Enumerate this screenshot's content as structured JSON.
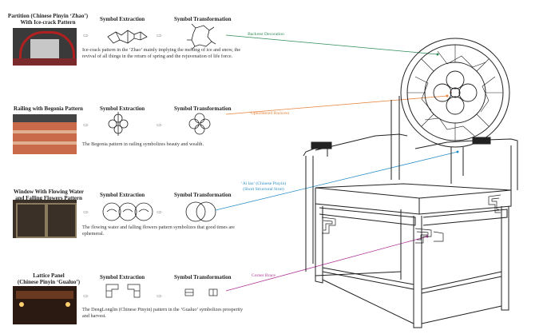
{
  "rows": [
    {
      "title": "Partition (Chinese Pinyin ‘Zhao’)\nWith Ice-crack Pattern",
      "extraction": "Symbol Extraction",
      "transformation": "Symbol Transformation",
      "description": "Ice-crack pattern in the ‘Zhao’ mainly implying the melting of ice and snow, the revival of all things in the return of spring and the rejuvenation of life force."
    },
    {
      "title": "Railing with Begonia Pattern",
      "extraction": "Symbol Extraction",
      "transformation": "Symbol Transformation",
      "description": "The Begonia pattern in railing symbolizes beauty and wealth."
    },
    {
      "title": "Window With Flowing Water\nand Falling Flowers Pattern",
      "extraction": "Symbol Extraction",
      "transformation": "Symbol Transformation",
      "description": "The flowing water and falling flowers pattern symbolizes that good times are ephemeral."
    },
    {
      "title": "Lattice Panel\n(Chinese Pinyin ‘Gualuo’)",
      "extraction": "Symbol Extraction",
      "transformation": "Symbol Transformation",
      "description": "The DengLonglin (Chinese Pinyin) pattern in the ‘Gualuo’ symbolizes prosperity and harvest."
    }
  ],
  "callouts": {
    "backrest": "Backrest Decoration",
    "upholstered": "Upholstered Backrest",
    "aitao": "‘Ai lao’ (Chinese Pinyin)\n(Short Structural Strut)",
    "corner": "Corner Brace"
  },
  "colors": {
    "green": "#2e8b57",
    "orange": "#e8833a",
    "blue": "#2b8fc7",
    "purple": "#b0379a"
  }
}
